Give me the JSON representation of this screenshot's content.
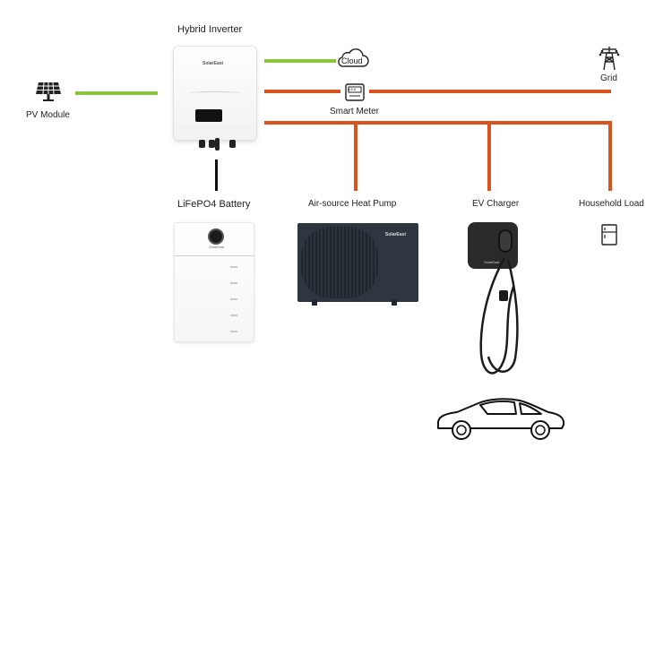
{
  "labels": {
    "hybrid_inverter": "Hybrid Inverter",
    "pv_module": "PV Module",
    "cloud": "Cloud",
    "smart_meter": "Smart Meter",
    "grid": "Grid",
    "battery": "LiFePO4 Battery",
    "heat_pump": "Air-source Heat Pump",
    "ev_charger": "EV Charger",
    "household_load": "Household Load"
  },
  "branding": {
    "inverter_logo": "SolarEast",
    "heatpump_logo": "SolarEast",
    "battery_logo": "SolarEast",
    "charger_logo": "SolarEast"
  },
  "meter_display": "8.8.8",
  "colors": {
    "pv_cloud_line": "#8cc43f",
    "grid_load_line": "#d9531e",
    "battery_line": "#111111"
  },
  "icons": [
    "solar-panel-icon",
    "cloud-icon",
    "smart-meter-icon",
    "transmission-tower-icon",
    "refrigerator-icon",
    "car-icon"
  ]
}
